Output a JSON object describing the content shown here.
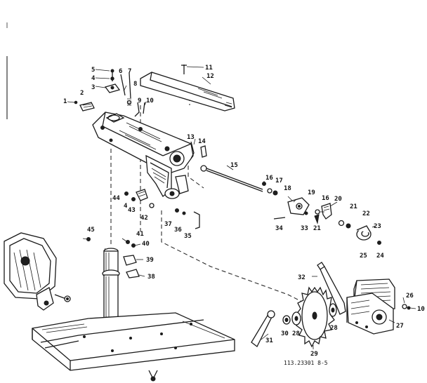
{
  "diagram": {
    "caption": "113.23301 8-5",
    "part_labels": [
      {
        "id": "1",
        "text": "1"
      },
      {
        "id": "2",
        "text": "2"
      },
      {
        "id": "3",
        "text": "3"
      },
      {
        "id": "4a",
        "text": "4"
      },
      {
        "id": "5",
        "text": "5"
      },
      {
        "id": "6",
        "text": "6"
      },
      {
        "id": "7",
        "text": "7"
      },
      {
        "id": "8",
        "text": "8"
      },
      {
        "id": "9",
        "text": "9"
      },
      {
        "id": "10a",
        "text": "10"
      },
      {
        "id": "11",
        "text": "11"
      },
      {
        "id": "12",
        "text": "12"
      },
      {
        "id": "13",
        "text": "13"
      },
      {
        "id": "14",
        "text": "14"
      },
      {
        "id": "15",
        "text": "15"
      },
      {
        "id": "16a",
        "text": "16"
      },
      {
        "id": "17",
        "text": "17"
      },
      {
        "id": "18",
        "text": "18"
      },
      {
        "id": "19",
        "text": "19"
      },
      {
        "id": "16b",
        "text": "16"
      },
      {
        "id": "20",
        "text": "20"
      },
      {
        "id": "21a",
        "text": "21"
      },
      {
        "id": "22",
        "text": "22"
      },
      {
        "id": "23",
        "text": "23"
      },
      {
        "id": "21b",
        "text": "21"
      },
      {
        "id": "24",
        "text": "24"
      },
      {
        "id": "25",
        "text": "25"
      },
      {
        "id": "34",
        "text": "34"
      },
      {
        "id": "33",
        "text": "33"
      },
      {
        "id": "44",
        "text": "44"
      },
      {
        "id": "4b",
        "text": "4"
      },
      {
        "id": "43",
        "text": "43"
      },
      {
        "id": "42",
        "text": "42"
      },
      {
        "id": "37",
        "text": "37"
      },
      {
        "id": "36",
        "text": "36"
      },
      {
        "id": "35",
        "text": "35"
      },
      {
        "id": "45",
        "text": "45"
      },
      {
        "id": "41",
        "text": "41"
      },
      {
        "id": "40",
        "text": "40"
      },
      {
        "id": "39",
        "text": "39"
      },
      {
        "id": "38",
        "text": "38"
      },
      {
        "id": "32",
        "text": "32"
      },
      {
        "id": "26",
        "text": "26"
      },
      {
        "id": "10b",
        "text": "10"
      },
      {
        "id": "27",
        "text": "27"
      },
      {
        "id": "28a",
        "text": "28"
      },
      {
        "id": "28b",
        "text": "28"
      },
      {
        "id": "30",
        "text": "30"
      },
      {
        "id": "31",
        "text": "31"
      },
      {
        "id": "29",
        "text": "29"
      }
    ]
  }
}
